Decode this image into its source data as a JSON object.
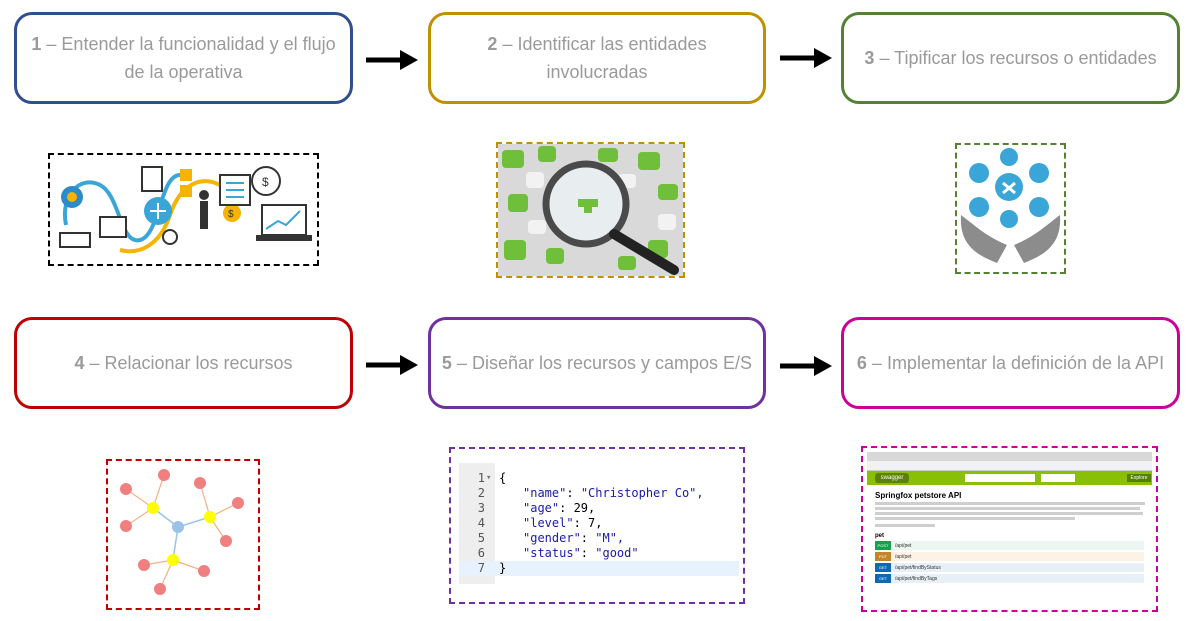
{
  "steps": [
    {
      "num": "1",
      "sep": " – ",
      "text": "Entender la funcionalidad y el flujo de la operativa",
      "color": "#2f4f8f"
    },
    {
      "num": "2",
      "sep": " – ",
      "text": "Identificar las entidades involucradas",
      "color": "#bf9000"
    },
    {
      "num": "3",
      "sep": " – ",
      "text": "Tipificar los recursos o entidades",
      "color": "#548235"
    },
    {
      "num": "4",
      "sep": " – ",
      "text": "Relacionar los recursos",
      "color": "#c00000"
    },
    {
      "num": "5",
      "sep": " – ",
      "text": "Diseñar los recursos y campos E/S",
      "color": "#7030a0"
    },
    {
      "num": "6",
      "sep": " – ",
      "text": "Implementar la definición de la API",
      "color": "#cc0099"
    }
  ],
  "code": {
    "line_numbers": [
      "1",
      "2",
      "3",
      "4",
      "5",
      "6",
      "7"
    ],
    "fold_marker": "▾",
    "open_brace": "{",
    "close_brace": "}",
    "fields": [
      {
        "key": "\"name\"",
        "value": "\"Christopher Co\","
      },
      {
        "key": "\"age\"",
        "value": "29,"
      },
      {
        "key": "\"level\"",
        "value": "7,"
      },
      {
        "key": "\"gender\"",
        "value": "\"M\","
      },
      {
        "key": "\"status\"",
        "value": "\"good\""
      }
    ]
  },
  "swagger": {
    "logo": "swagger",
    "explore": "Explore",
    "title": "Springfox petstore API",
    "section": "pet",
    "operations": [
      {
        "verb": "POST",
        "path": "/api/pet",
        "color": "#49cc90"
      },
      {
        "verb": "PUT",
        "path": "/api/pet",
        "color": "#fca130"
      },
      {
        "verb": "GET",
        "path": "/api/pet/findByStatus",
        "color": "#61affe"
      },
      {
        "verb": "GET",
        "path": "/api/pet/findByTags",
        "color": "#61affe"
      }
    ]
  },
  "icons": {
    "img1": "business-process-illustration",
    "img2": "magnifier-puzzle-illustration",
    "img3": "hands-holding-resources-illustration",
    "img4": "resource-graph-illustration",
    "img5": "json-code-editor",
    "img6": "swagger-ui-screenshot"
  }
}
